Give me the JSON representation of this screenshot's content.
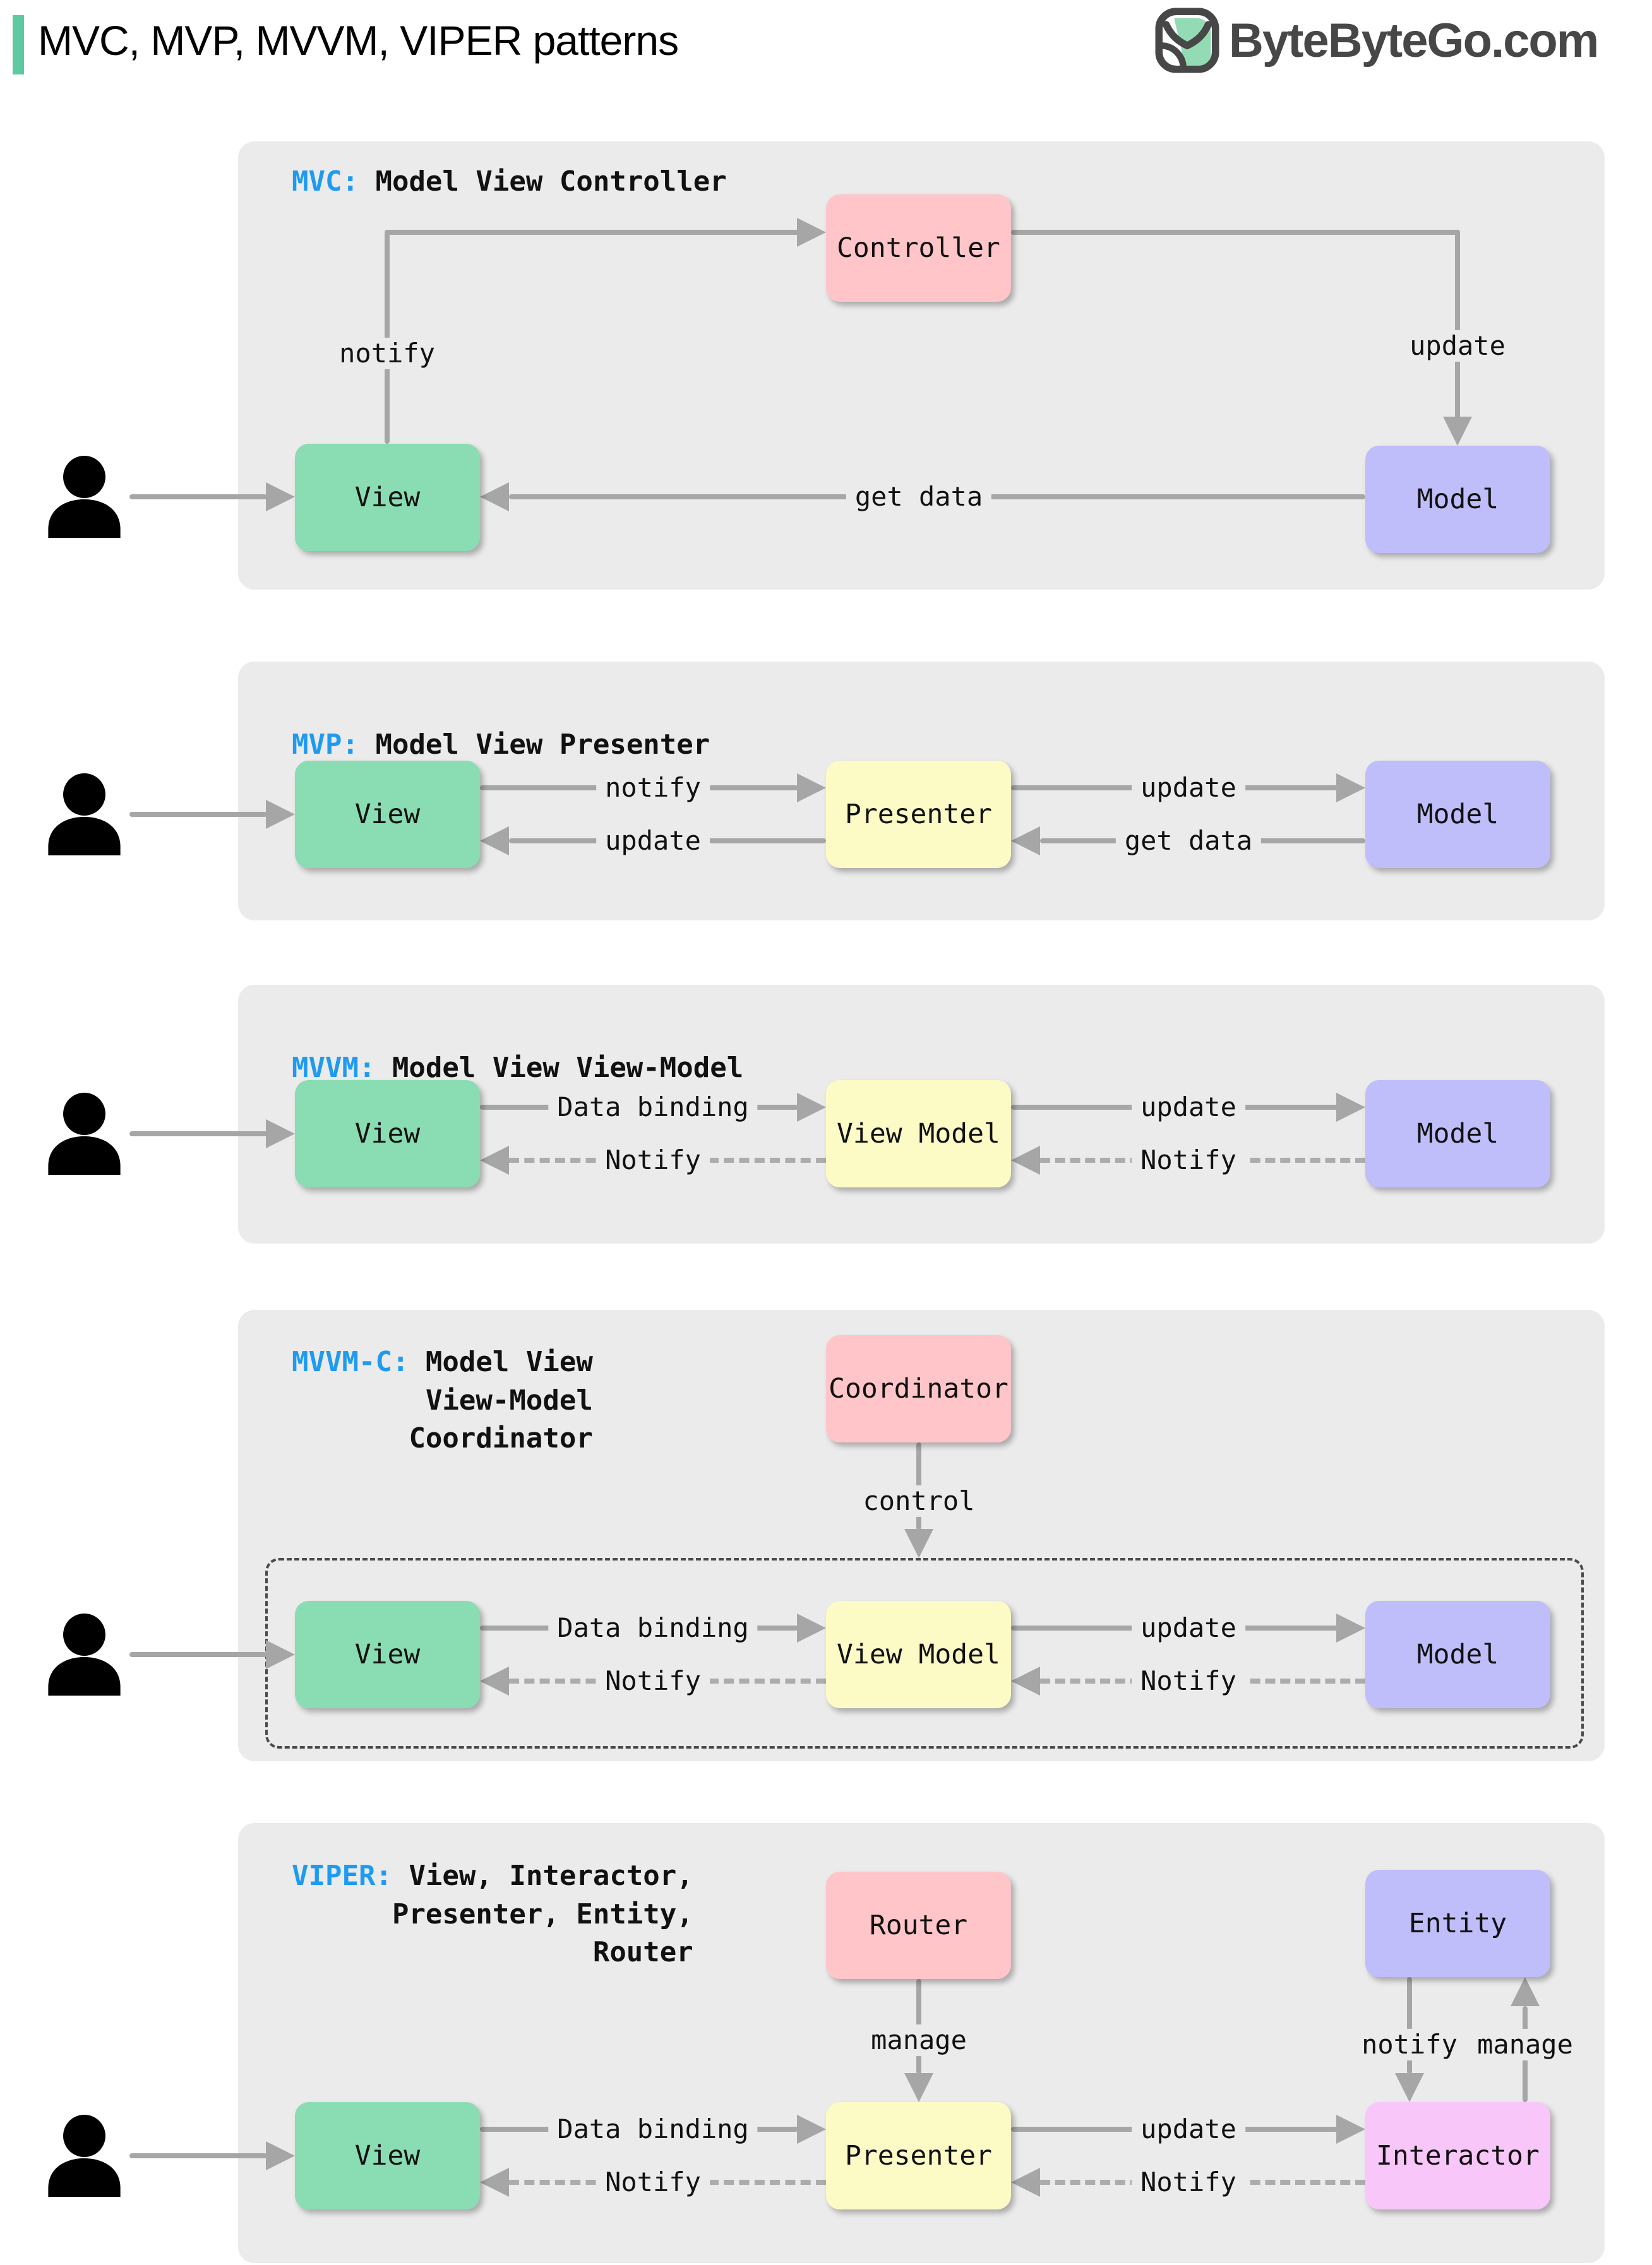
{
  "header": {
    "title": "MVC, MVP, MVVM, VIPER patterns",
    "logo_text": "ByteByteGo.com",
    "accent_color": "#5FC9A1",
    "abbr_color": "#1E9BF0"
  },
  "panels": {
    "mvc": {
      "abbr": "MVC:",
      "name": " Model View Controller",
      "boxes": {
        "controller": "Controller",
        "view": "View",
        "model": "Model"
      },
      "labels": {
        "notify": "notify",
        "update": "update",
        "get_data": "get data"
      }
    },
    "mvp": {
      "abbr": "MVP:",
      "name": " Model View Presenter",
      "boxes": {
        "view": "View",
        "presenter": "Presenter",
        "model": "Model"
      },
      "labels": {
        "notify": "notify",
        "update_to_model": "update",
        "update_to_view": "update",
        "get_data": "get data"
      }
    },
    "mvvm": {
      "abbr": "MVVM:",
      "name": " Model View View-Model",
      "boxes": {
        "view": "View",
        "view_model": "View Model",
        "model": "Model"
      },
      "labels": {
        "data_binding": "Data binding",
        "notify_view": "Notify",
        "update": "update",
        "notify_vm": "Notify"
      }
    },
    "mvvmc": {
      "abbr": "MVVM-C:",
      "name": " Model View\nView-Model\nCoordinator",
      "boxes": {
        "coordinator": "Coordinator",
        "view": "View",
        "view_model": "View Model",
        "model": "Model"
      },
      "labels": {
        "control": "control",
        "data_binding": "Data binding",
        "notify_view": "Notify",
        "update": "update",
        "notify_vm": "Notify"
      }
    },
    "viper": {
      "abbr": "VIPER:",
      "name": " View, Interactor,\nPresenter, Entity,\nRouter",
      "boxes": {
        "router": "Router",
        "entity": "Entity",
        "view": "View",
        "presenter": "Presenter",
        "interactor": "Interactor"
      },
      "labels": {
        "manage_router": "manage",
        "notify_entity": "notify",
        "manage_entity": "manage",
        "data_binding": "Data binding",
        "notify_view": "Notify",
        "update": "update",
        "notify_presenter": "Notify"
      }
    }
  }
}
